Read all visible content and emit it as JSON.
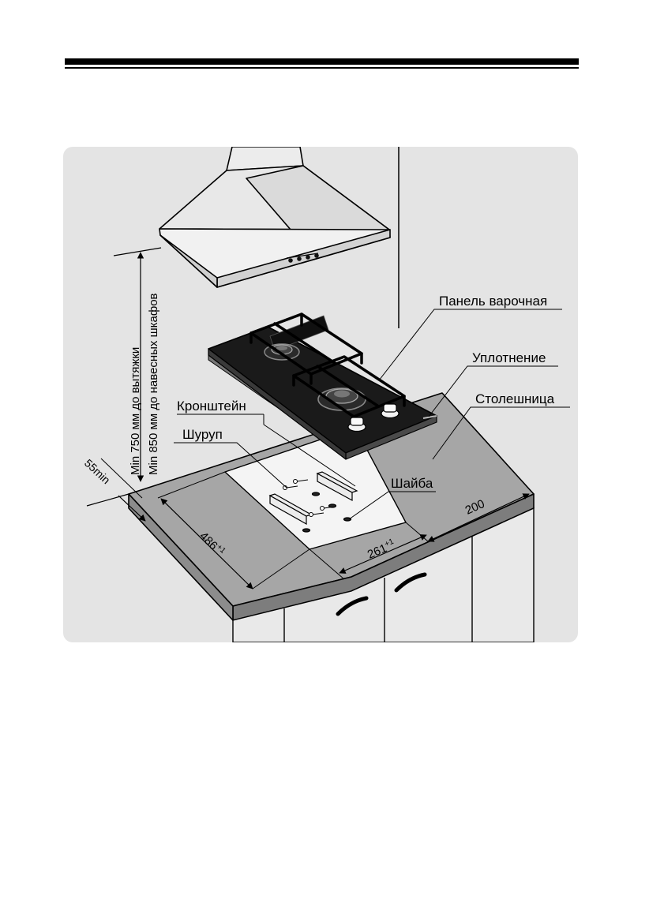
{
  "labels": {
    "hob_panel": "Панель варочная",
    "seal": "Уплотнение",
    "countertop": "Столешница",
    "bracket": "Кронштейн",
    "screw": "Шуруп",
    "washer": "Шайба"
  },
  "clearances": {
    "hood": "Min 750 мм до вытяжки",
    "cabinets": "Min 850 мм до навесных шкафов"
  },
  "dimensions": {
    "edge_offset": "55min",
    "depth_value": "486",
    "depth_tolerance": "+1",
    "width_value": "261",
    "width_tolerance": "+1",
    "side_distance": "200"
  },
  "colors": {
    "panel_background": "#e4e4e4",
    "countertop": "#a6a6a6",
    "countertop_edge": "#7d7d7d",
    "cutout": "#f4f4f4",
    "glass": "#1a1a1a",
    "steel": "#ebebeb"
  }
}
